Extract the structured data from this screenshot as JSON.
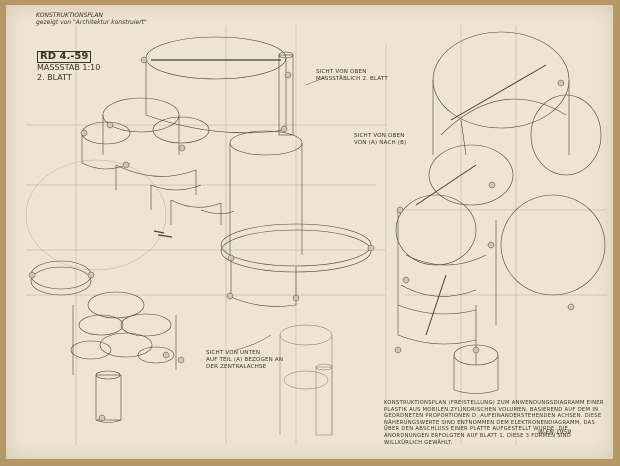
{
  "header_note": {
    "line1": "KONSTRUKTIONSPLAN",
    "line2": "gezeigt von \"Architektur konstruiert\""
  },
  "id_box": {
    "code": "RD 4.-59",
    "scale": "MASSSTAB 1:10",
    "sheet": "2. BLATT"
  },
  "notes": {
    "top_view_label": "SICHT VON OBEN",
    "top_view_sub": "MASSSTÄBLICH 2. BLATT",
    "top_view2_label": "SICHT VON OBEN",
    "top_view2_sub": "VON (A) NACH (B)",
    "bottom_view_line1": "SICHT VON UNTEN",
    "bottom_view_line2": "AUF TEIL (A) BEZOGEN AN",
    "bottom_view_line3": "DER ZENTRALACHSE"
  },
  "description": "KONSTRUKTIONSPLAN (FREISTELLUNG) ZUM ANWENDUNGSDIAGRAMM EINER PLASTIK AUS MOBILEN ZYLINDRISCHEN VOLUMEN, BASIEREND AUF DEM IN GEORDNETEN PROPORTIONEN D. AUFEINANDERSTEHENDEN ACHSEN. DIESE NÄHERUNGSWERTE SIND ENTNOMMEN DEM ELEKTRONENDIAGRAMM, DAS ÜBER DEN ABSCHLUSS EINER PLATTE AUFGESTELLT WURDE. DIE ANORDNUNGEN ERFOLGTEN AUF BLATT 1. DIESE 3 FORMEN SIND WILLKÜRLICH GEWÄHLT.",
  "signature": "W-EN 1959",
  "colors": {
    "paper": "#ede4d3",
    "mount": "#b49869",
    "ink": "#3a3428"
  }
}
